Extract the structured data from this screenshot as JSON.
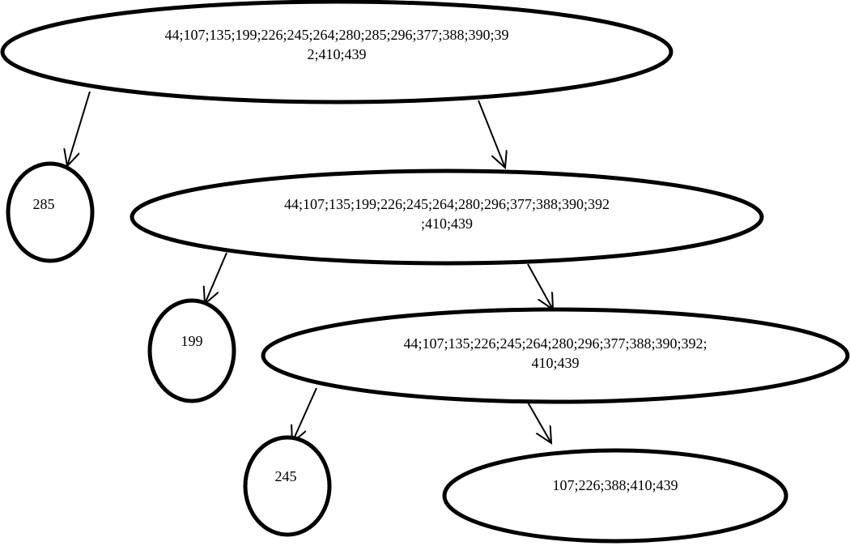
{
  "nodes": {
    "n1": {
      "line1": "44;107;135;199;226;245;264;280;285;296;377;388;390;39",
      "line2": "2;410;439"
    },
    "n285": {
      "label": "285"
    },
    "n2": {
      "line1": "44;107;135;199;226;245;264;280;296;377;388;390;392",
      "line2": ";410;439"
    },
    "n199": {
      "label": "199"
    },
    "n3": {
      "line1": "44;107;135;226;245;264;280;296;377;388;390;392;",
      "line2": "410;439"
    },
    "n245": {
      "label": "245"
    },
    "n4": {
      "label": "107;226;388;410;439"
    }
  }
}
